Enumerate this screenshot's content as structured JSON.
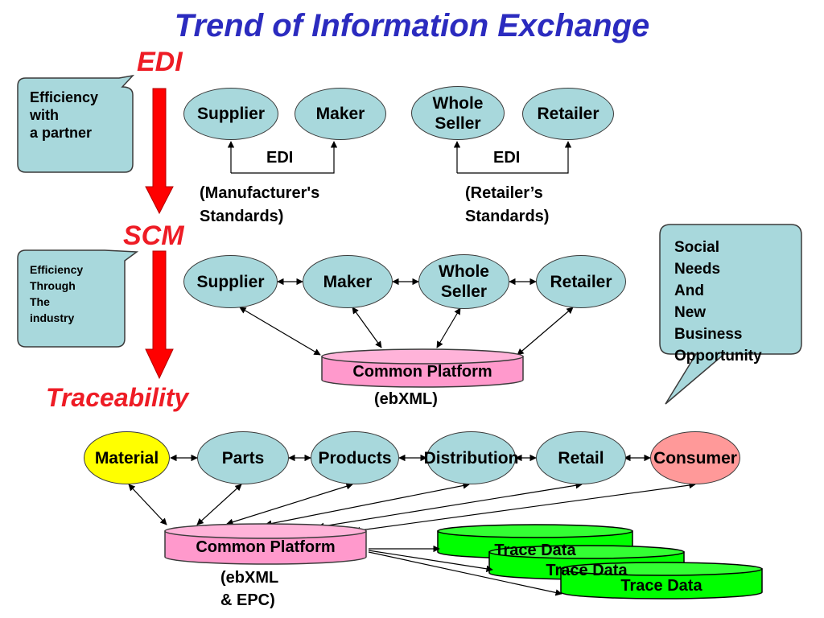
{
  "title": "Trend of Information Exchange",
  "stages": {
    "edi": "EDI",
    "scm": "SCM",
    "traceability": "Traceability"
  },
  "callouts": {
    "efficiency_partner": "Efficiency\nwith\na partner",
    "efficiency_industry": "Efficiency\nThrough\nThe\nindustry",
    "social_needs": "Social\nNeeds\nAnd\nNew\nBusiness\nOpportunity"
  },
  "edi_section": {
    "nodes": [
      "Supplier",
      "Maker",
      "Whole\nSeller",
      "Retailer"
    ],
    "link_label_left": "EDI",
    "link_label_right": "EDI",
    "standards_left": "(Manufacturer's\nStandards)",
    "standards_right": "(Retailer’s\nStandards)"
  },
  "scm_section": {
    "nodes": [
      "Supplier",
      "Maker",
      "Whole\nSeller",
      "Retailer"
    ],
    "platform": "Common Platform",
    "platform_note": "(ebXML)"
  },
  "trace_section": {
    "nodes": [
      "Material",
      "Parts",
      "Products",
      "Distribution",
      "Retail",
      "Consumer"
    ],
    "platform": "Common Platform",
    "platform_note": "(ebXML\n& EPC)",
    "trace_data": [
      "Trace Data",
      "Trace Data",
      "Trace Data"
    ]
  },
  "colors": {
    "title": "#2b2bbf",
    "stage": "#ee1c25",
    "node": "#a8d8dc",
    "callout": "#a8d8dc",
    "platform": "#ff99cc",
    "trace_data": "#00ff00",
    "material": "#ffff00",
    "consumer": "#ff9999"
  }
}
